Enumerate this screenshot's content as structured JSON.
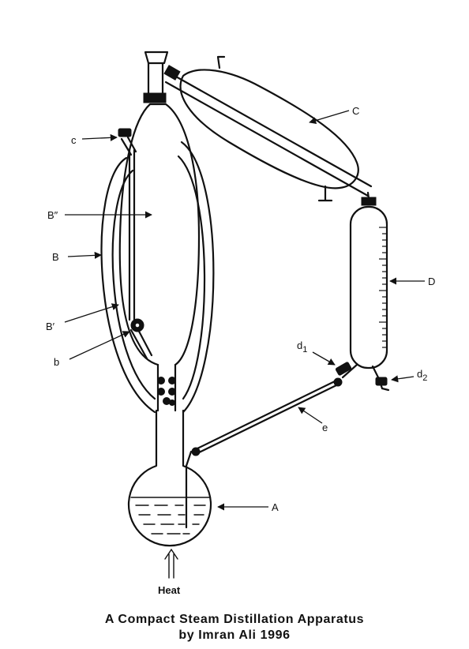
{
  "labels": {
    "A": "A",
    "B": "B",
    "B_prime": "B′",
    "B_double_prime": "B″",
    "C": "C",
    "D": "D",
    "b": "b",
    "c": "c",
    "d1": "d",
    "d1_sub": "1",
    "d2": "d",
    "d2_sub": "2",
    "e": "e"
  },
  "heat_label": "Heat",
  "caption": {
    "line1": "A Compact Steam Distillation Apparatus",
    "line2": "by Imran Ali 1996"
  }
}
